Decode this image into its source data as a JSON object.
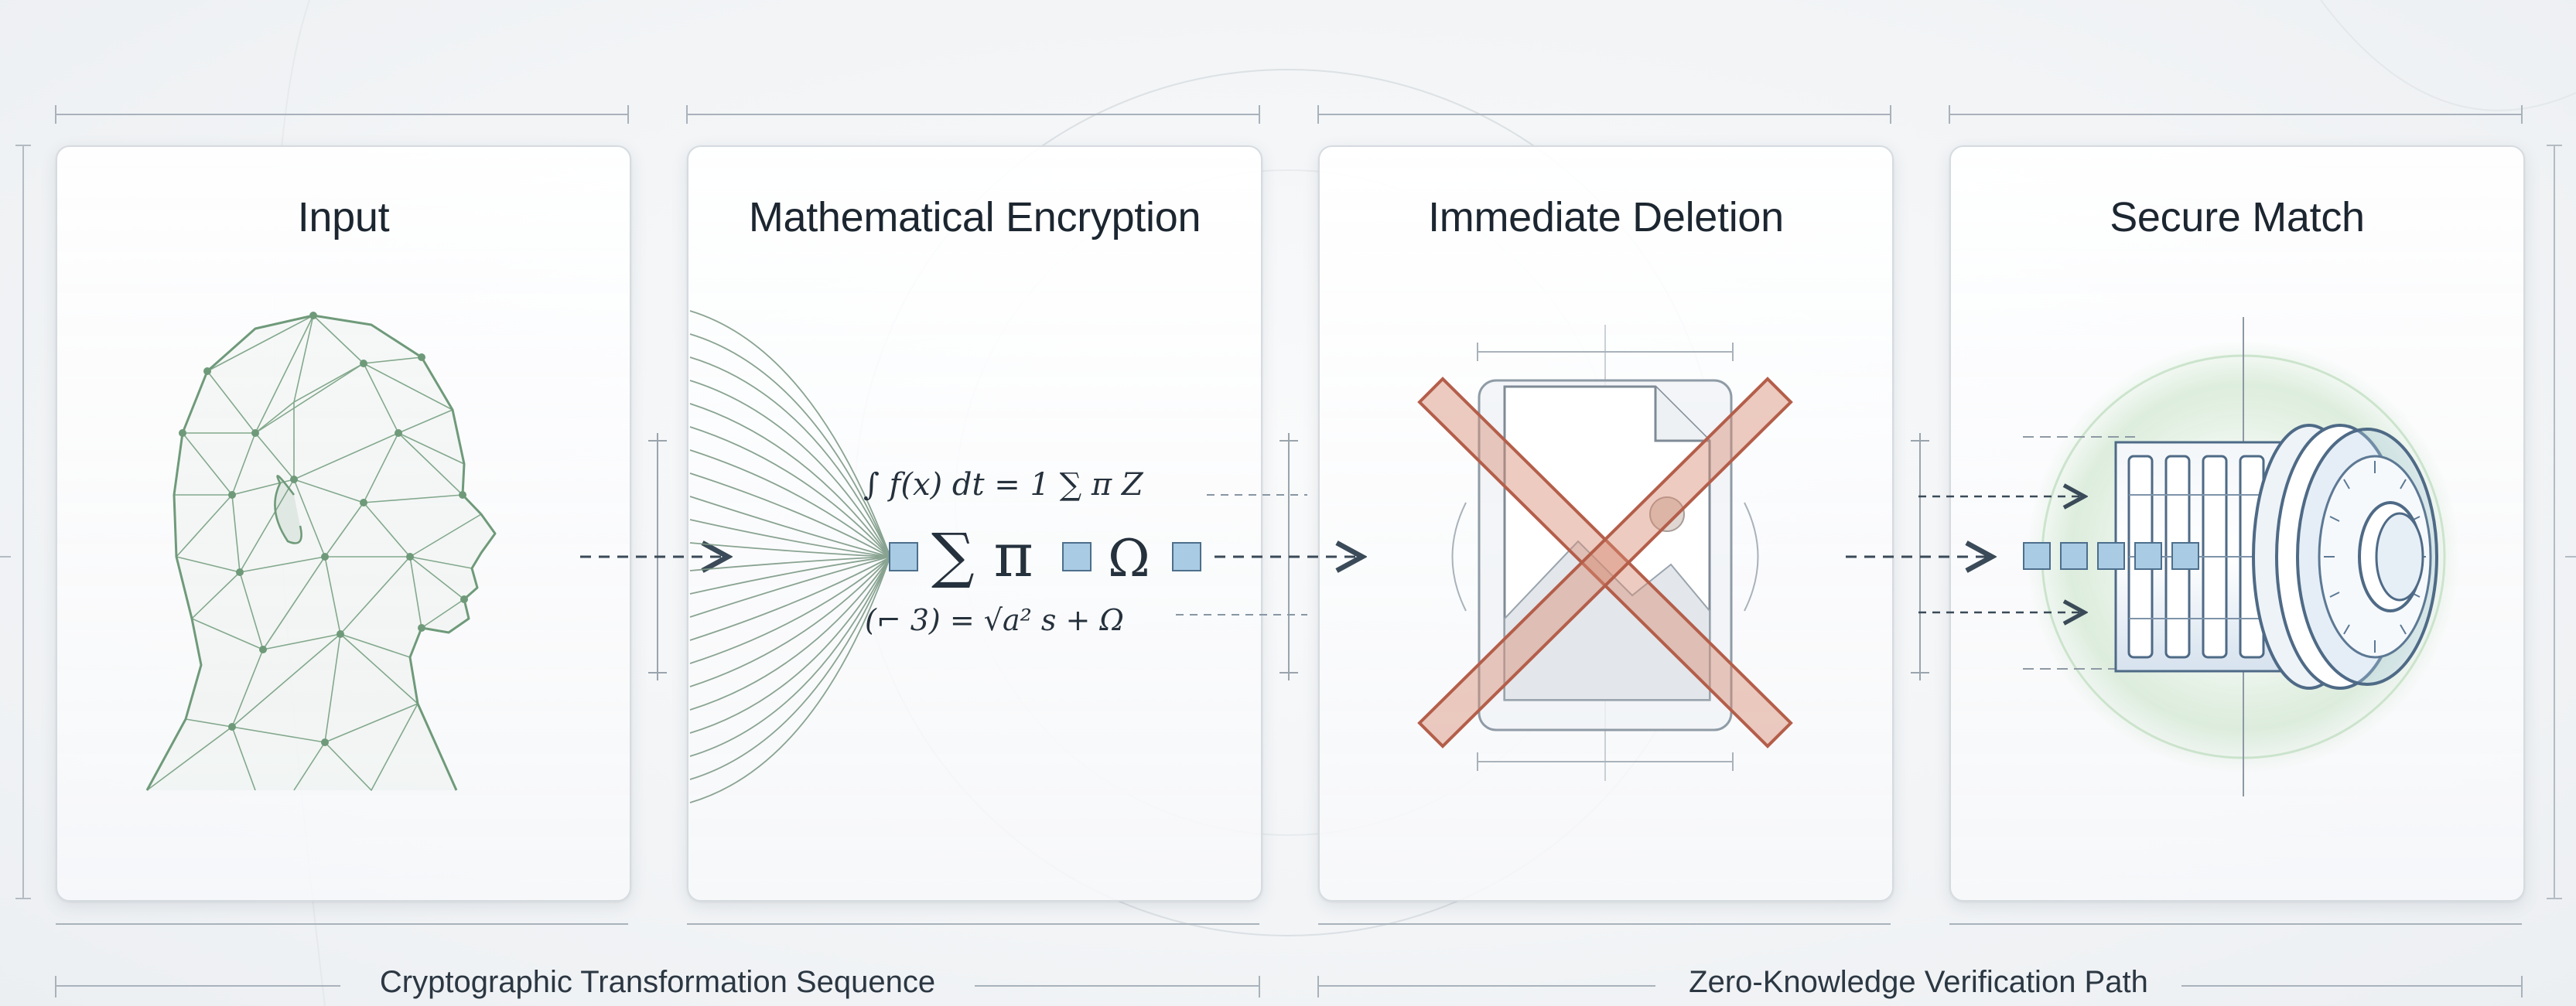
{
  "steps": [
    {
      "title": "Input"
    },
    {
      "title": "Mathematical Encryption"
    },
    {
      "title": "Immediate Deletion"
    },
    {
      "title": "Secure Match"
    }
  ],
  "formulas": {
    "line1": "∫ f(x) dt = 1 ∑ π Z",
    "line2": "∑ π",
    "line2_omega": "Ω",
    "line3": "(⌐ 3) = √a² s + Ω"
  },
  "footer": {
    "left_label": "Cryptographic Transformation Sequence",
    "right_label": "Zero-Knowledge Verification Path"
  },
  "colors": {
    "mesh_green": "#6f9a7a",
    "data_block_blue": "#a9cbe3",
    "deletion_red": "#c86f5a",
    "arrow_slate": "#3a4a58",
    "lock_blue": "#6d8fb0",
    "glow_green": "#bcdcbc"
  },
  "icons": {
    "input": "face-mesh-icon",
    "encryption": "converging-lines-icon",
    "deletion": "crossed-out-image-icon",
    "match": "vault-lock-icon"
  }
}
